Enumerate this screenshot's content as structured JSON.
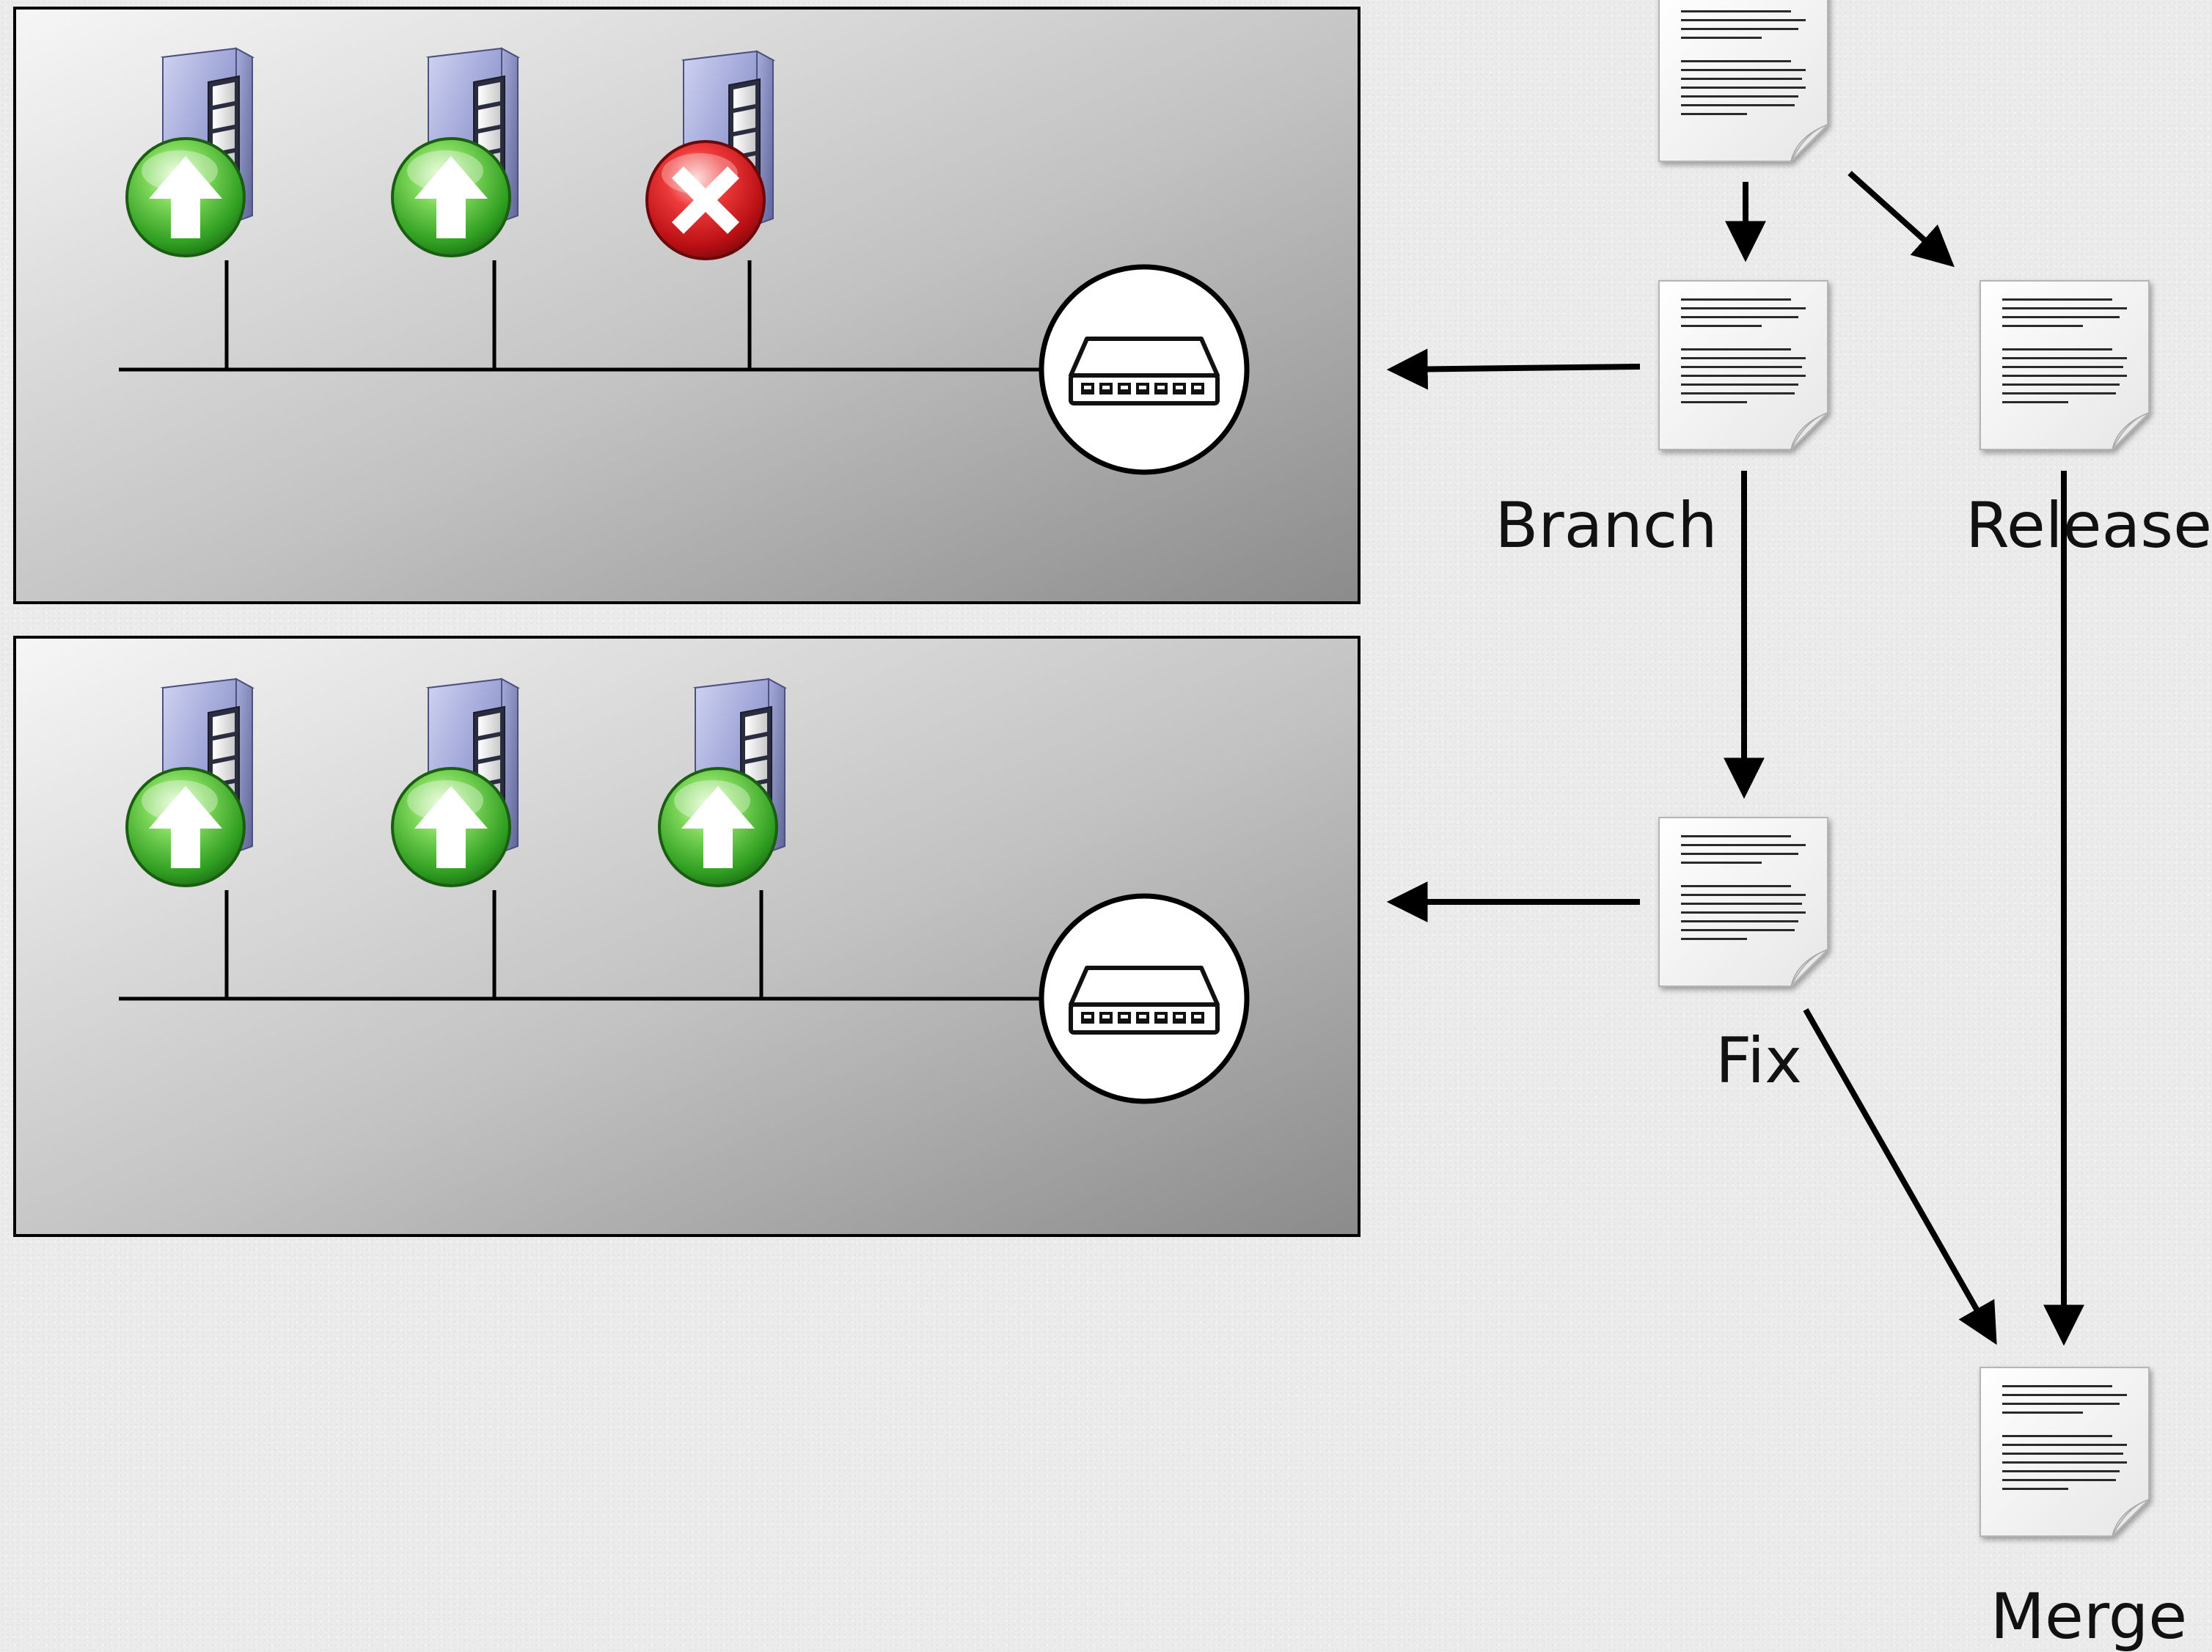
{
  "diagram": {
    "flow_nodes": [
      {
        "id": "top",
        "label": ""
      },
      {
        "id": "branch",
        "label": "Branch"
      },
      {
        "id": "release",
        "label": "Release"
      },
      {
        "id": "fix",
        "label": "Fix"
      },
      {
        "id": "merge",
        "label": "Merge"
      }
    ],
    "environments": [
      {
        "id": "environment-1",
        "servers": [
          {
            "status": "up",
            "status_icon": "green-up-arrow-icon"
          },
          {
            "status": "up",
            "status_icon": "green-up-arrow-icon"
          },
          {
            "status": "down",
            "status_icon": "red-x-icon"
          }
        ],
        "network_device": "network-switch-icon"
      },
      {
        "id": "environment-2",
        "servers": [
          {
            "status": "up",
            "status_icon": "green-up-arrow-icon"
          },
          {
            "status": "up",
            "status_icon": "green-up-arrow-icon"
          },
          {
            "status": "up",
            "status_icon": "green-up-arrow-icon"
          }
        ],
        "network_device": "network-switch-icon"
      }
    ],
    "edges": [
      {
        "from": "top",
        "to": "branch"
      },
      {
        "from": "top",
        "to": "release"
      },
      {
        "from": "branch",
        "to": "environment-1"
      },
      {
        "from": "branch",
        "to": "fix"
      },
      {
        "from": "fix",
        "to": "environment-2"
      },
      {
        "from": "fix",
        "to": "merge"
      },
      {
        "from": "release",
        "to": "merge"
      }
    ],
    "colors": {
      "status_up": "#3fae2a",
      "status_down": "#c8141a",
      "arrow": "#000000",
      "panel_light": "#f6f6f6",
      "panel_dark": "#8c8c8c"
    }
  }
}
